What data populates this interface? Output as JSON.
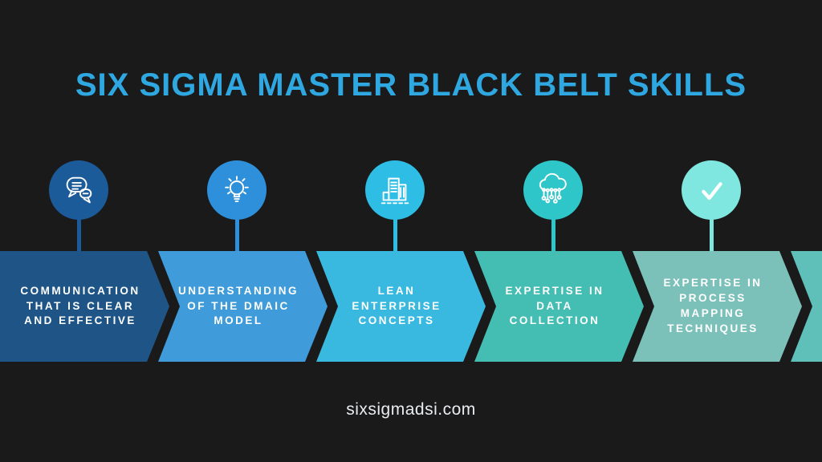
{
  "title": {
    "text": "SIX SIGMA MASTER BLACK BELT SKILLS",
    "color": "#2FA8E1"
  },
  "footer": {
    "url": "sixsigmadsi.com"
  },
  "colors": {
    "background": "#1A1A1A",
    "banner_text": "#FFFFFF",
    "partial_banner": "#5FBFB9"
  },
  "steps": [
    {
      "label": "COMMUNICATION\nTHAT IS CLEAR\nAND EFFECTIVE",
      "icon": "chat-bubbles-icon",
      "circle_color": "#1C5B9A",
      "banner_color": "#1F5586"
    },
    {
      "label": "UNDERSTANDING\nOF THE DMAIC\nMODEL",
      "icon": "lightbulb-icon",
      "circle_color": "#2E90DA",
      "banner_color": "#3F9BD9"
    },
    {
      "label": "LEAN\nENTERPRISE\nCONCEPTS",
      "icon": "buildings-icon",
      "circle_color": "#2EBEE5",
      "banner_color": "#39B9DF"
    },
    {
      "label": "EXPERTISE IN\nDATA\nCOLLECTION",
      "icon": "cloud-network-icon",
      "circle_color": "#2EC6C9",
      "banner_color": "#44BDB3"
    },
    {
      "label": "EXPERTISE IN\nPROCESS\nMAPPING\nTECHNIQUES",
      "icon": "checkmark-icon",
      "circle_color": "#80E7E0",
      "banner_color": "#7CC0BA"
    }
  ]
}
